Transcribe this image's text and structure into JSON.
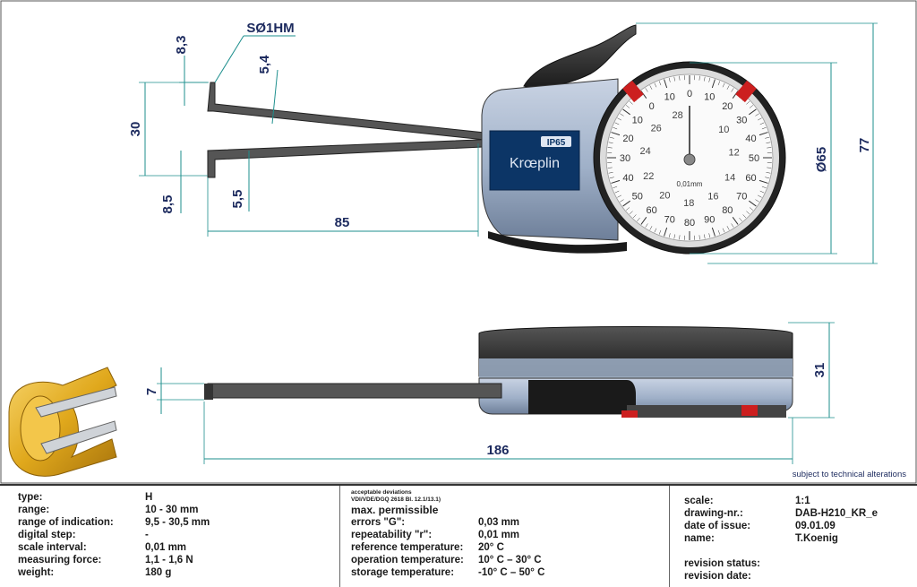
{
  "drawing": {
    "dims": {
      "d_8_3": "8,3",
      "d_sohm": "SØ1HM",
      "d_5_4": "5,4",
      "d_30": "30",
      "d_8_5": "8,5",
      "d_5_5": "5,5",
      "d_85": "85",
      "d_65": "Ø65",
      "d_77": "77",
      "d_7": "7",
      "d_31": "31",
      "d_186": "186"
    },
    "brand": "Krœplin",
    "ip_badge": "IP65",
    "dial": {
      "outer_numbers": [
        "0",
        "10",
        "20",
        "30",
        "40",
        "50",
        "60",
        "70",
        "80",
        "90",
        "80",
        "70",
        "60",
        "50",
        "40",
        "30",
        "20",
        "10",
        "0",
        "10",
        "20",
        "30",
        "40",
        "50",
        "60",
        "70",
        "80",
        "90"
      ],
      "inner_numbers": [
        "10",
        "12",
        "14",
        "16",
        "18",
        "20",
        "22",
        "24",
        "26",
        "28"
      ],
      "unit": "0,01mm"
    },
    "note": "subject to technical alterations"
  },
  "specs": {
    "left": [
      {
        "k": "type:",
        "v": "H"
      },
      {
        "k": "range:",
        "v": "10 - 30 mm"
      },
      {
        "k": "range of indication:",
        "v": "9,5 - 30,5 mm"
      },
      {
        "k": "digital step:",
        "v": "-"
      },
      {
        "k": "scale interval:",
        "v": "0,01 mm"
      },
      {
        "k": "measuring force:",
        "v": "1,1 - 1,6 N"
      },
      {
        "k": "weight:",
        "v": "180 g"
      }
    ],
    "middle_header_1": "acceptable deviations",
    "middle_header_2": "VDI/VDE/DGQ 2618 Bl. 12.1/13.1)",
    "middle_title_1": "max. permissible",
    "middle": [
      {
        "k": "errors \"G\":",
        "v": "0,03 mm"
      },
      {
        "k": "repeatability \"r\":",
        "v": "0,01 mm"
      },
      {
        "k": "reference temperature:",
        "v": "20° C"
      },
      {
        "k": "operation temperature:",
        "v": "10° C – 30° C"
      },
      {
        "k": "storage temperature:",
        "v": "-10° C – 50° C"
      }
    ],
    "right": [
      {
        "k": "scale:",
        "v": "1:1"
      },
      {
        "k": "drawing-nr.:",
        "v": "DAB-H210_KR_e"
      },
      {
        "k": "date of issue:",
        "v": "09.01.09"
      },
      {
        "k": "name:",
        "v": "T.Koenig"
      }
    ],
    "right_bottom": [
      {
        "k": "revision status:",
        "v": ""
      },
      {
        "k": "revision date:",
        "v": ""
      }
    ]
  }
}
